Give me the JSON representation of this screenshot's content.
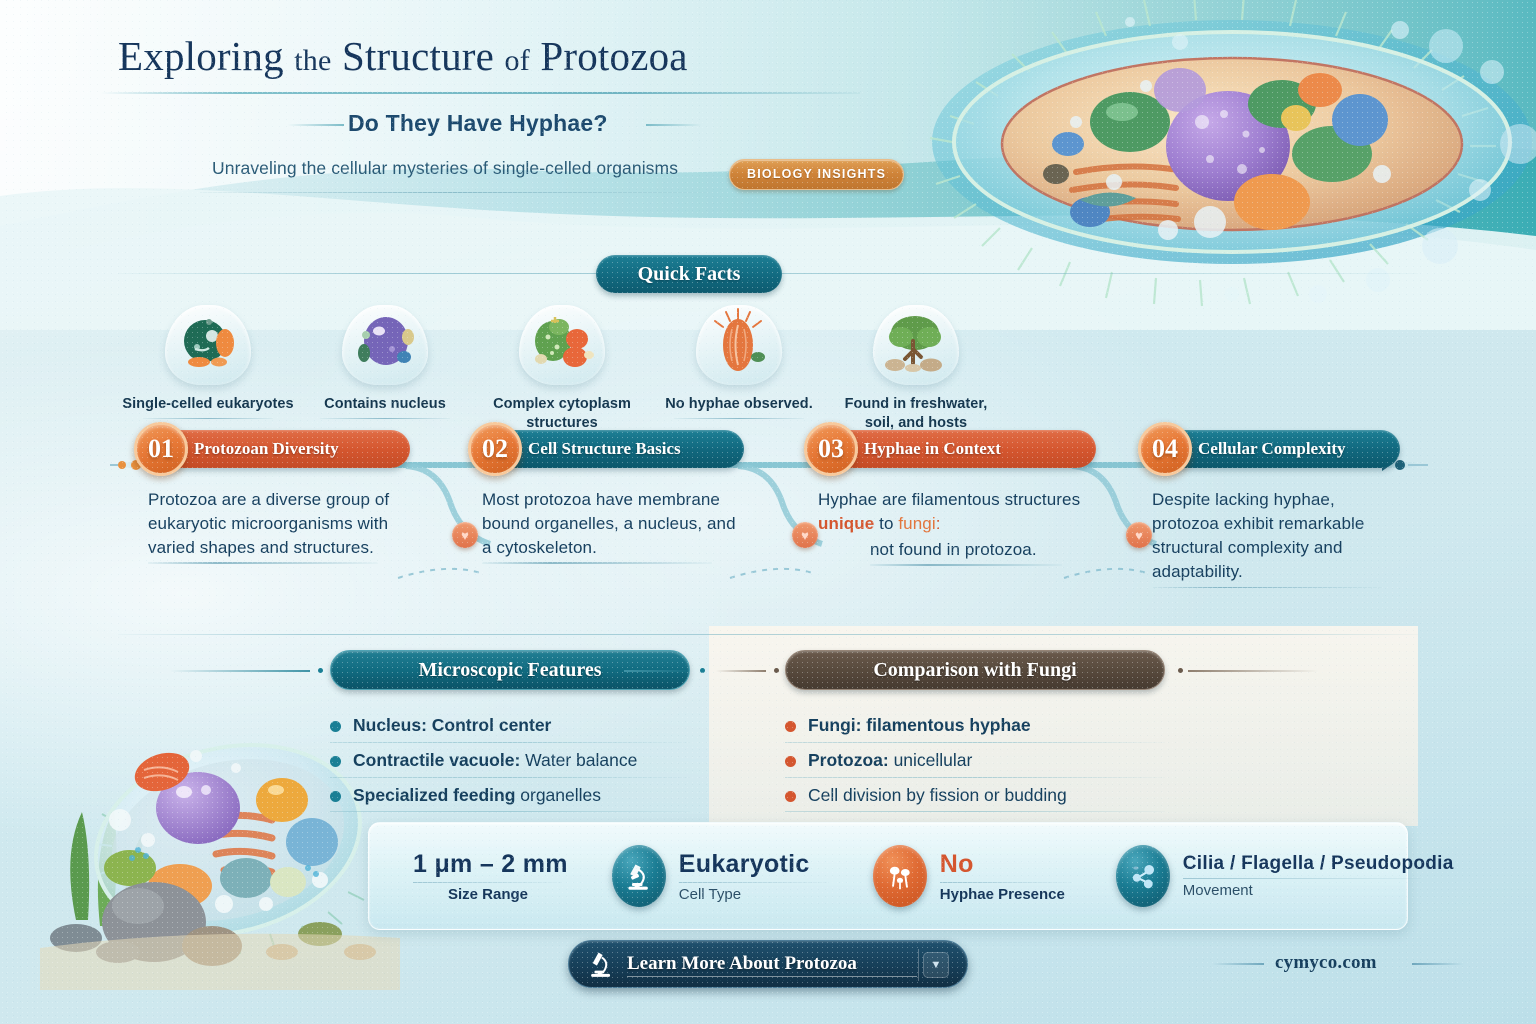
{
  "header": {
    "title_part1": "Exploring",
    "title_the": "the",
    "title_part2": "Structure",
    "title_of": "of",
    "title_part3": "Protozoa",
    "subtitle": "Do They Have Hyphae?",
    "tagline": "Unraveling the cellular mysteries of single-celled organisms",
    "badge": "BIOLOGY INSIGHTS"
  },
  "quick_facts": {
    "heading": "Quick Facts",
    "items": [
      {
        "label": "Single-celled eukaryotes",
        "icon": "protozoan-cell-icon"
      },
      {
        "label": "Contains nucleus",
        "icon": "nucleus-icon"
      },
      {
        "label": "Complex cytoplasm structures",
        "icon": "organelles-icon"
      },
      {
        "label": "No hyphae observed.",
        "icon": "seed-cell-icon"
      },
      {
        "label": "Found in freshwater,\nsoil, and hosts",
        "icon": "habitat-tree-icon"
      }
    ]
  },
  "steps": [
    {
      "number": "01",
      "title": "Protozoan Diversity",
      "body": "Protozoa are a diverse group of eukaryotic microorganisms with varied shapes and structures.",
      "color": "#d4562f"
    },
    {
      "number": "02",
      "title": "Cell Structure Basics",
      "body": "Most protozoa have membrane bound organelles, a nucleus, and a cytoskeleton.",
      "color": "#11687e"
    },
    {
      "number": "03",
      "title": "Hyphae in Context",
      "body_pre": "Hyphae are filamentous structures ",
      "body_hl1": "unique",
      "body_mid": " to ",
      "body_hl2": "fungi",
      "body_post": "not found in protozoa.",
      "color": "#e2753d"
    },
    {
      "number": "04",
      "title": "Cellular Complexity",
      "body": "Despite lacking hyphae, protozoa exhibit remarkable structural complexity and adaptability.",
      "color": "#11687e"
    }
  ],
  "panels": [
    {
      "heading": "Microscopic Features",
      "theme": "teal",
      "bullet_color": "#1a7f95",
      "bullets": [
        {
          "bold": "Nucleus: Control center",
          "rest": ""
        },
        {
          "bold": "Contractile vacuole:",
          "rest": " Water balance"
        },
        {
          "bold": "Specialized feeding",
          "rest": " organelles"
        }
      ]
    },
    {
      "heading": "Comparison with Fungi",
      "theme": "brown",
      "bullet_color": "#d4562f",
      "bullets": [
        {
          "bold": "Fungi: filamentous hyphae",
          "rest": ""
        },
        {
          "bold": "Protozoa:",
          "rest": " unicellular"
        },
        {
          "bold": "",
          "rest": "Cell division by fission or budding"
        }
      ]
    }
  ],
  "stats": [
    {
      "big": "1 μm – 2 mm",
      "sub": "Size Range",
      "icon": "none",
      "icon_color": "",
      "big_color": "#16365c",
      "sub_bold": true
    },
    {
      "big": "Eukaryotic",
      "sub": "Cell Type",
      "icon": "microscope-icon",
      "icon_color": "#1a7c93",
      "big_color": "#16365c",
      "sub_bold": false
    },
    {
      "big": "No",
      "sub": "Hyphae Presence",
      "icon": "hyphae-icon",
      "icon_color": "#df6a33",
      "big_color": "#d4562f",
      "sub_bold": true
    },
    {
      "big": "Cilia / Flagella / Pseudopodia",
      "sub": "Movement",
      "icon": "movement-network-icon",
      "icon_color": "#1a7c93",
      "big_color": "#16365c",
      "sub_bold": false
    }
  ],
  "cta": {
    "label": "Learn More About Protozoa",
    "icon": "microscope-icon",
    "caret": "▼"
  },
  "footer": {
    "site": "cymyco.com"
  },
  "colors": {
    "accent_orange": "#d4562f",
    "accent_teal": "#11687e",
    "ink": "#16365c",
    "badge_orange": "#cf8338",
    "panel_brown": "#584a3d"
  }
}
